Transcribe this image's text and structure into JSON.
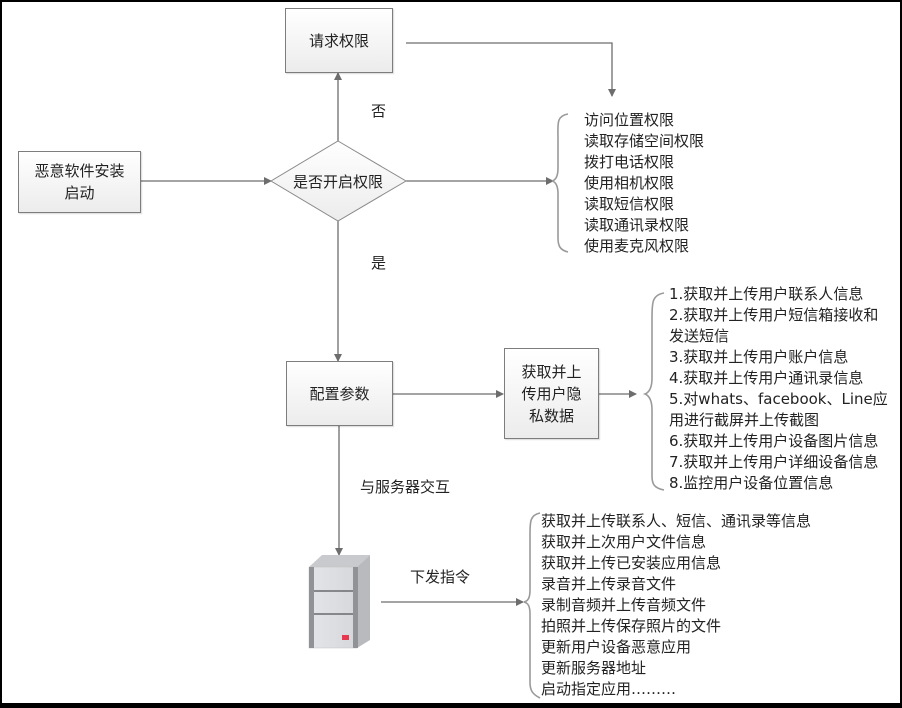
{
  "nodes": {
    "start": "恶意软件安装启动",
    "start_line1": "恶意软件安装",
    "start_line2": "启动",
    "request_permission": "请求权限",
    "decision": "是否开启权限",
    "configure": "配置参数",
    "upload_private": "获取并上传用户隐私数据",
    "upload_private_line1": "获取并上",
    "upload_private_line2": "传用户隐",
    "upload_private_line3": "私数据",
    "server": "server-icon"
  },
  "edge_labels": {
    "no": "否",
    "yes": "是",
    "server_interaction": "与服务器交互",
    "issue_command": "下发指令"
  },
  "permissions_list": [
    "访问位置权限",
    "读取存储空间权限",
    "拨打电话权限",
    "使用相机权限",
    "读取短信权限",
    "读取通讯录权限",
    "使用麦克风权限"
  ],
  "private_data_list": [
    "1.获取并上传用户联系人信息",
    "2.获取并上传用户短信箱接收和",
    "发送短信",
    "3.获取并上传用户账户信息",
    "4.获取并上传用户通讯录信息",
    "5.对whats、facebook、Line应",
    "用进行截屏并上传截图",
    "6.获取并上传用户设备图片信息",
    "7.获取并上传用户详细设备信息",
    "8.监控用户设备位置信息"
  ],
  "command_list": [
    "获取并上传联系人、短信、通讯录等信息",
    "获取并上次用户文件信息",
    "获取并上传已安装应用信息",
    "录音并上传录音文件",
    "录制音频并上传音频文件",
    "拍照并上传保存照片的文件",
    "更新用户设备恶意应用",
    "更新服务器地址",
    "启动指定应用………"
  ],
  "colors": {
    "line": "#6d6d6d",
    "server_led": "#e8384f"
  }
}
